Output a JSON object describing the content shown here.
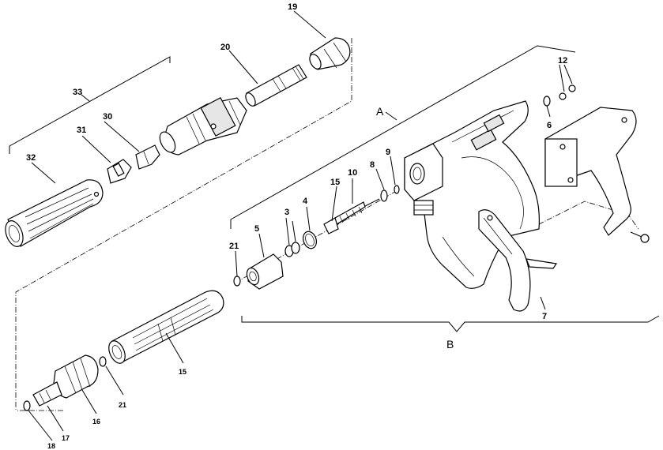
{
  "diagram": {
    "labels": {
      "p19": "19",
      "p20": "20",
      "p33": "33",
      "p30": "30",
      "p31": "31",
      "p32": "32",
      "p12": "12",
      "p6": "6",
      "pA": "A",
      "p9": "9",
      "p8": "8",
      "p10": "10",
      "p15a": "15",
      "p4": "4",
      "p3": "3",
      "p5": "5",
      "p21a": "21",
      "p7": "7",
      "pB": "B",
      "p15b": "15",
      "p21b": "21",
      "p16": "16",
      "p17": "17",
      "p18": "18"
    }
  }
}
